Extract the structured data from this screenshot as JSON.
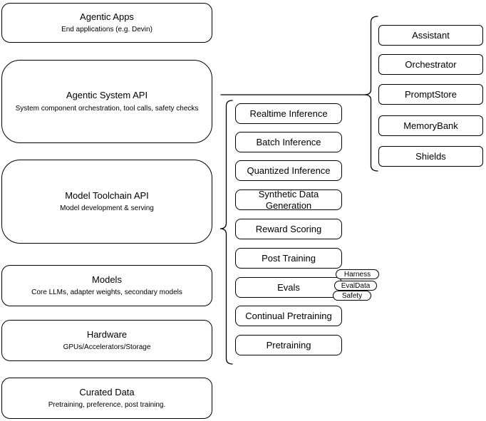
{
  "diagram": {
    "left_stack": {
      "boxes": [
        {
          "title": "Agentic Apps",
          "subtitle": "End applications (e.g. Devin)"
        },
        {
          "title": "Agentic System API",
          "subtitle": "System component orchestration, tool calls, safety checks"
        },
        {
          "title": "Model Toolchain API",
          "subtitle": "Model development & serving"
        },
        {
          "title": "Models",
          "subtitle": "Core LLMs, adapter weights, secondary models"
        },
        {
          "title": "Hardware",
          "subtitle": "GPUs/Accelerators/Storage"
        },
        {
          "title": "Curated Data",
          "subtitle": "Pretraining, preference, post training."
        }
      ]
    },
    "toolchain_stack": {
      "items": [
        "Realtime Inference",
        "Batch Inference",
        "Quantized Inference",
        "Synthetic Data Generation",
        "Reward Scoring",
        "Post Training",
        "Evals",
        "Continual Pretraining",
        "Pretraining"
      ]
    },
    "eval_tags": [
      "Harness",
      "EvalData",
      "Safety"
    ],
    "system_components": [
      "Assistant",
      "Orchestrator",
      "PromptStore",
      "MemoryBank",
      "Shields"
    ],
    "colors": {
      "stroke": "#000000",
      "fill": "#ffffff",
      "text": "#000000"
    }
  }
}
